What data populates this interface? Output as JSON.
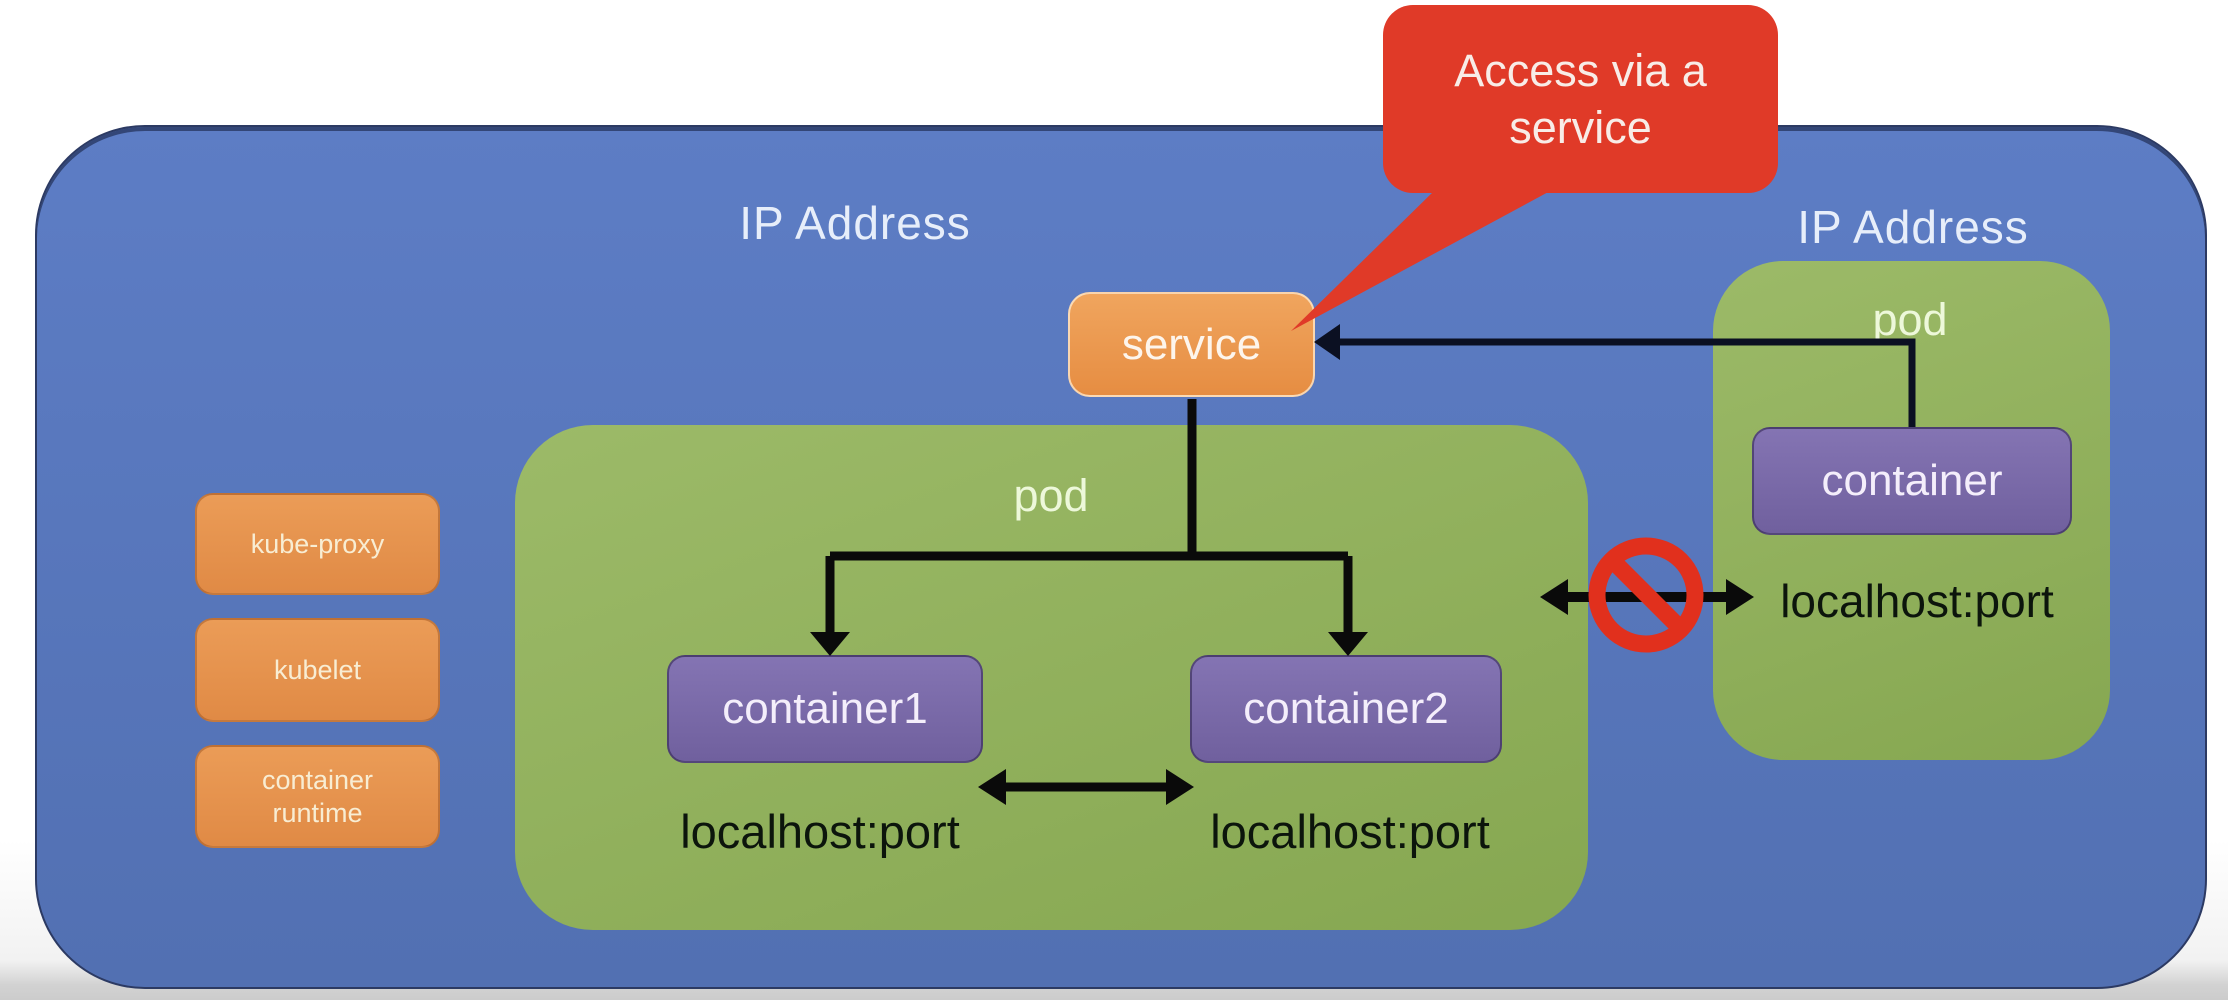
{
  "node": {
    "ip_label_left": "IP Address",
    "ip_label_right": "IP Address"
  },
  "callout": {
    "line1": "Access via a",
    "line2": "service"
  },
  "service": {
    "label": "service"
  },
  "left_pod": {
    "label": "pod",
    "containers": [
      {
        "label": "container1",
        "port": "localhost:port"
      },
      {
        "label": "container2",
        "port": "localhost:port"
      }
    ]
  },
  "right_pod": {
    "label": "pod",
    "container": {
      "label": "container",
      "port": "localhost:port"
    }
  },
  "daemons": [
    {
      "label": "kube-proxy"
    },
    {
      "label": "kubelet"
    },
    {
      "label": "container\nruntime"
    }
  ],
  "colors": {
    "node_blue": "#5d7dc5",
    "pod_green": "#8fb05a",
    "service_orange": "#ea9850",
    "daemon_orange": "#e79150",
    "container_purple": "#7c6aad",
    "callout_red": "#e03a28",
    "no_sign_red": "#e1301d",
    "arrow_black": "#0a0a0a"
  }
}
